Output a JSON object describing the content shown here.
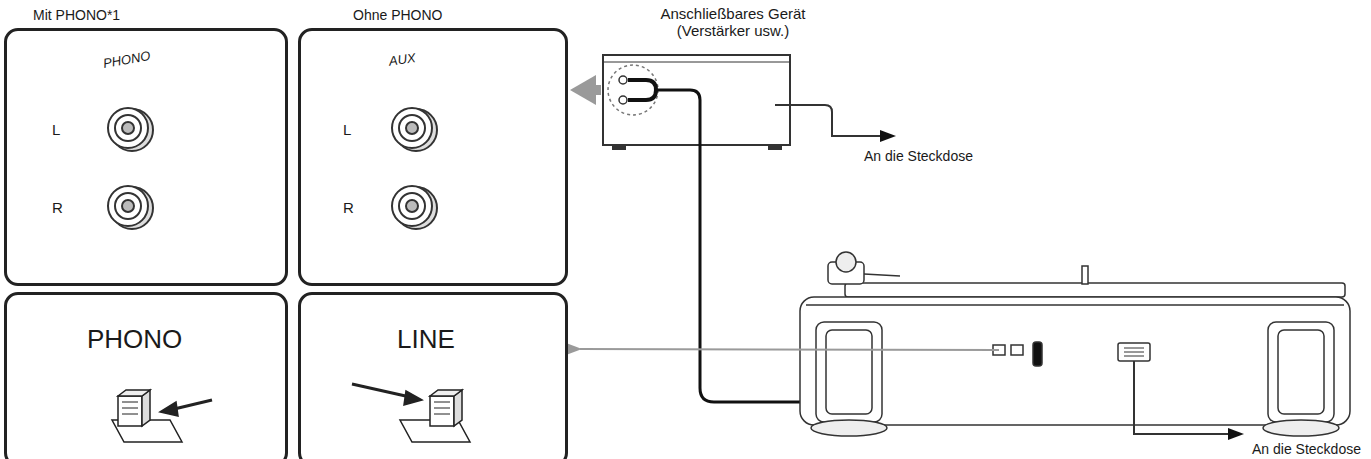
{
  "diagram": {
    "nodes": [
      {
        "text": [
          "Mit PHONO*1",
          "PHONO",
          "L",
          "R"
        ]
      },
      {
        "text": [
          "Ohne PHONO",
          "AUX",
          "L",
          "R"
        ]
      },
      {
        "text": [
          "PHONO"
        ]
      },
      {
        "text": [
          "LINE"
        ]
      },
      {
        "text": [
          "Anschließbares Gerät (Verstärker usw.)"
        ]
      }
    ],
    "edges": [
      {
        "from": 4,
        "to": 1,
        "arrow": "to"
      }
    ],
    "labels": [
      "An die Steckdose",
      "An die Steckdose"
    ]
  }
}
